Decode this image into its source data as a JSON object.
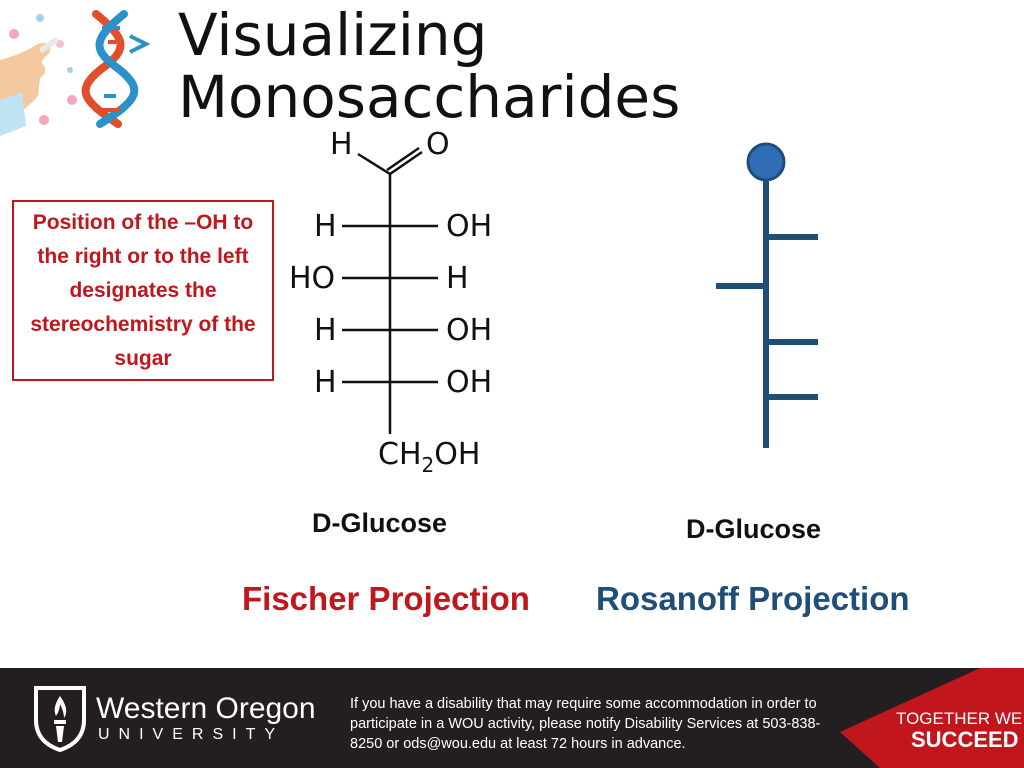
{
  "slide": {
    "title": "Visualizing Monosaccharides",
    "callout": "Position of the –OH to the right or to the left designates the stereochemistry of the sugar"
  },
  "fischer": {
    "aldehyde_h": "H",
    "aldehyde_o": "O",
    "rows": [
      {
        "left": "H",
        "right": "OH"
      },
      {
        "left": "HO",
        "right": "H"
      },
      {
        "left": "H",
        "right": "OH"
      },
      {
        "left": "H",
        "right": "OH"
      }
    ],
    "bottom_main": "CH",
    "bottom_sub": "2",
    "bottom_end": "OH",
    "caption": "D-Glucose",
    "projection_label": "Fischer Projection"
  },
  "rosanoff": {
    "caption": "D-Glucose",
    "projection_label": "Rosanoff Projection",
    "branches": [
      "right",
      "left",
      "right",
      "right"
    ]
  },
  "footer": {
    "university_name": "Western Oregon",
    "university_sub": "UNIVERSITY",
    "notice": "If you have a disability that may require some accommodation in order to participate in a WOU activity, please notify Disability Services at 503-838-8250 or ods@wou.edu at least 72 hours in advance.",
    "slogan_line1": "TOGETHER WE",
    "slogan_line2": "SUCCEED"
  },
  "colors": {
    "accent_red": "#c0161c",
    "rosanoff_blue": "#1f4e79",
    "node_blue": "#2f6db5",
    "footer_bg": "#231f20"
  }
}
